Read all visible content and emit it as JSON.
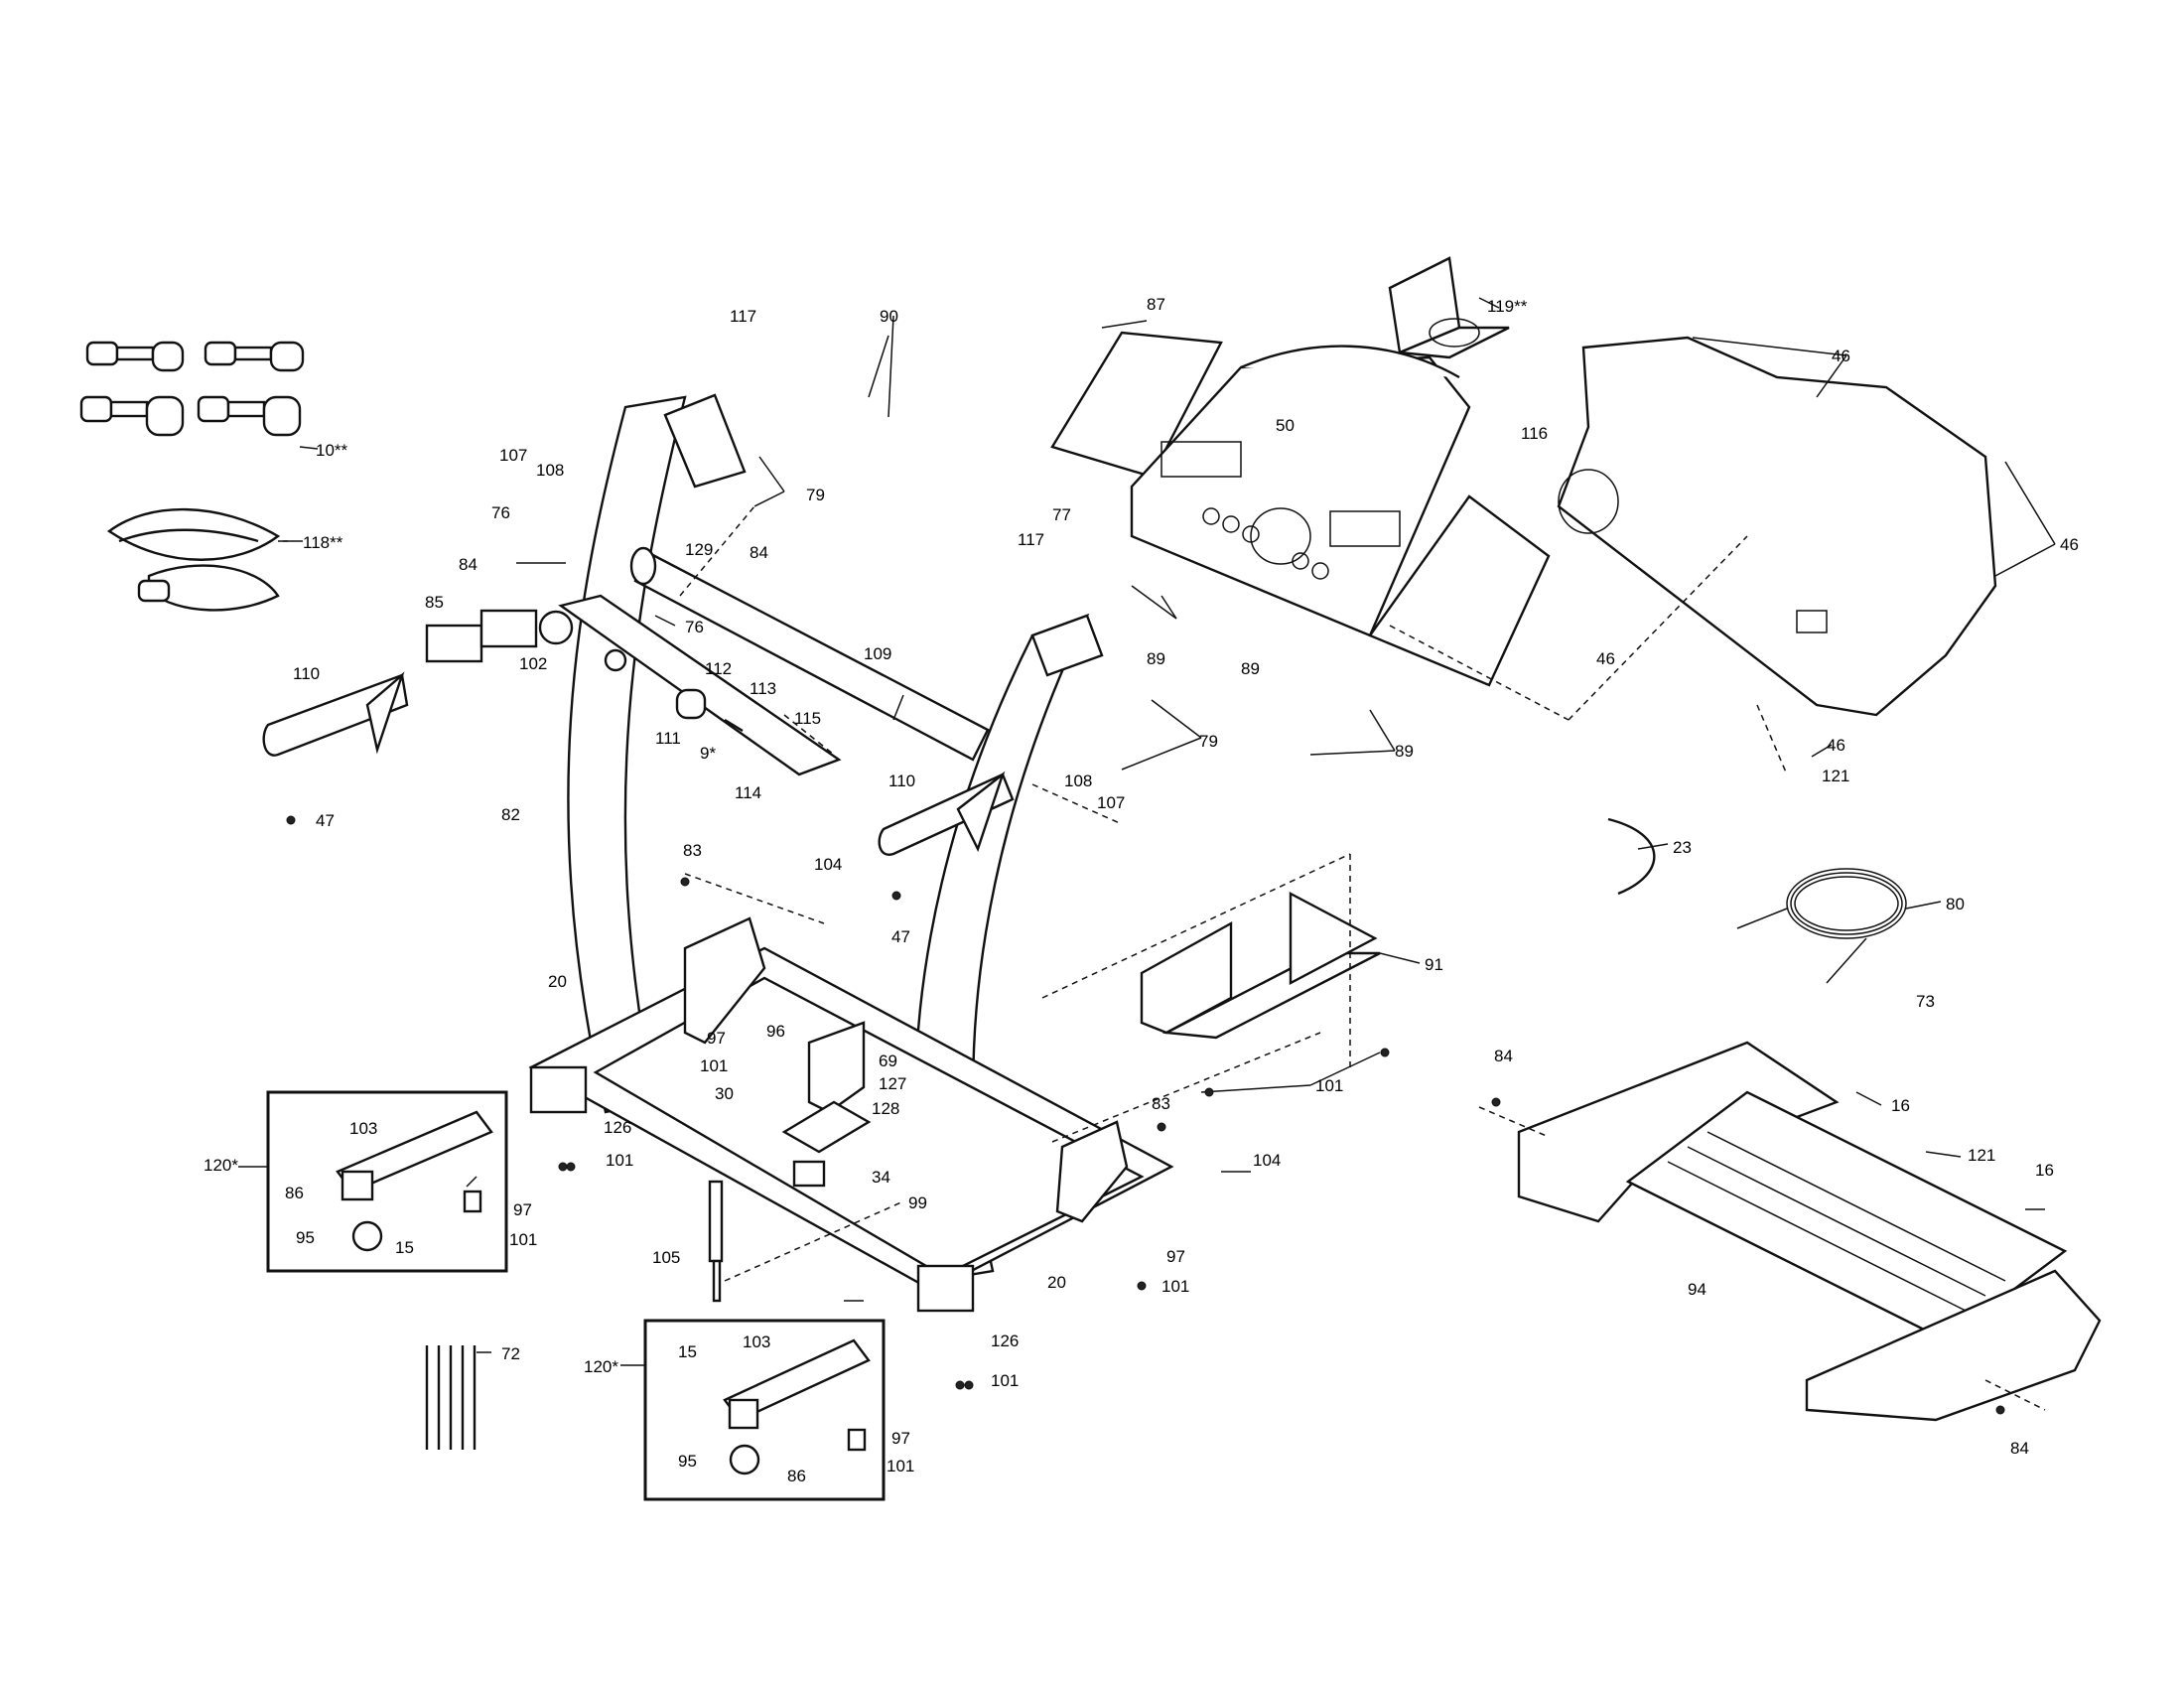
{
  "labels": {
    "l117a": "117",
    "l90": "90",
    "l87": "87",
    "l119": "119**",
    "l46a": "46",
    "l10": "10**",
    "l107a": "107",
    "l108a": "108",
    "l79a": "79",
    "l50": "50",
    "l116": "116",
    "l76a": "76",
    "l118": "118**",
    "l84a": "84",
    "l129": "129",
    "l84b": "84",
    "l77": "77",
    "l46b": "46",
    "l76b": "76",
    "l117b": "117",
    "l85": "85",
    "l102": "102",
    "l109": "109",
    "l89a": "89",
    "l89b": "89",
    "l46c": "46",
    "l110a": "110",
    "l112": "112",
    "l113": "113",
    "l115": "115",
    "l111": "111",
    "l79b": "79",
    "l89c": "89",
    "l46d": "46",
    "l9": "9*",
    "l114": "114",
    "l121a": "121",
    "l110b": "110",
    "l108b": "108",
    "l107b": "107",
    "l47a": "47",
    "l82": "82",
    "l23": "23",
    "l83a": "83",
    "l104a": "104",
    "l80": "80",
    "l47b": "47",
    "l91": "91",
    "l73": "73",
    "l20a": "20",
    "l97a": "97",
    "l96": "96",
    "l101a": "101",
    "l69": "69",
    "l84c": "84",
    "l30": "30",
    "l127": "127",
    "l101b": "101",
    "l16a": "16",
    "l128": "128",
    "l83b": "83",
    "l103a": "103",
    "l126a": "126",
    "l101c": "101",
    "l120a": "120*",
    "l104b": "104",
    "l121b": "121",
    "l86a": "86",
    "l34": "34",
    "l16b": "16",
    "l97b": "97",
    "l99": "99",
    "l95a": "95",
    "l15a": "15",
    "l101d": "101",
    "l97c": "97",
    "l105": "105",
    "l101e": "101",
    "l94": "94",
    "l20b": "20",
    "l72": "72",
    "l120b": "120*",
    "l15b": "15",
    "l103b": "103",
    "l126b": "126",
    "l101f": "101",
    "l97d": "97",
    "l84d": "84",
    "l95b": "95",
    "l101g": "101",
    "l86b": "86"
  }
}
